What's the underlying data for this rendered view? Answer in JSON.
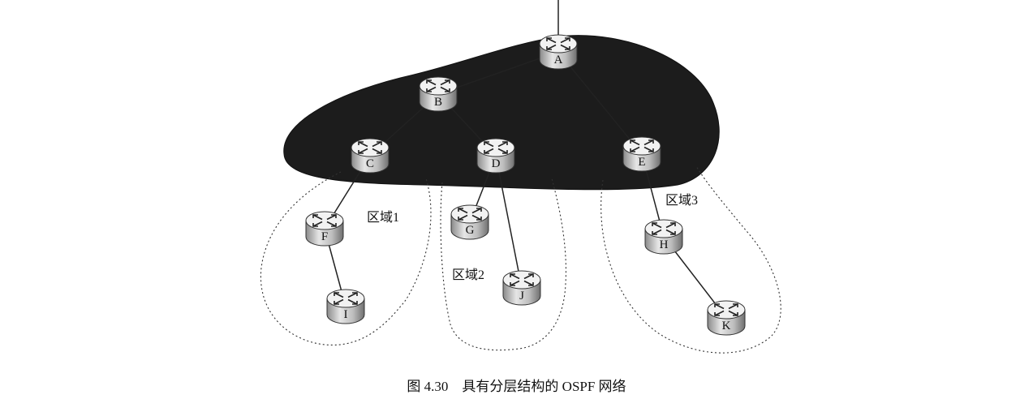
{
  "routers": [
    {
      "id": "A",
      "label": "A"
    },
    {
      "id": "B",
      "label": "B"
    },
    {
      "id": "C",
      "label": "C"
    },
    {
      "id": "D",
      "label": "D"
    },
    {
      "id": "E",
      "label": "E"
    },
    {
      "id": "F",
      "label": "F"
    },
    {
      "id": "G",
      "label": "G"
    },
    {
      "id": "H",
      "label": "H"
    },
    {
      "id": "I",
      "label": "I"
    },
    {
      "id": "J",
      "label": "J"
    },
    {
      "id": "K",
      "label": "K"
    }
  ],
  "links": [
    [
      "A",
      "B"
    ],
    [
      "A",
      "E"
    ],
    [
      "B",
      "C"
    ],
    [
      "B",
      "D"
    ],
    [
      "C",
      "F"
    ],
    [
      "F",
      "I"
    ],
    [
      "D",
      "G"
    ],
    [
      "D",
      "J"
    ],
    [
      "E",
      "H"
    ],
    [
      "H",
      "K"
    ]
  ],
  "areas": {
    "area1": "区域1",
    "area2": "区域2",
    "area3": "区域3"
  },
  "caption": "图 4.30    具有分层结构的 OSPF 网络",
  "colors": {
    "backbone": "#1c1c1c",
    "router_body": "#cfcfcf",
    "router_top": "#f2f2f2",
    "line": "#222222"
  }
}
